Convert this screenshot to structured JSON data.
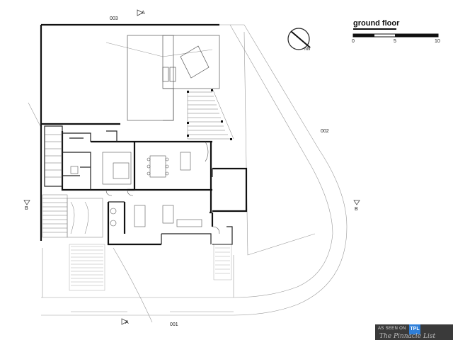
{
  "title": "ground floor",
  "scale": {
    "labels": [
      "0",
      "5",
      "10"
    ]
  },
  "north_label": "Nv",
  "boundary_labels": {
    "top": "003",
    "right": "002",
    "bottom": "001"
  },
  "section_labels": {
    "a_top": "A",
    "a_bottom": "A",
    "b_left": "B",
    "b_right": "B"
  },
  "badge": {
    "as_seen_on": "AS SEEN ON",
    "logo": "TPL",
    "script": "The Pinnacle List"
  }
}
